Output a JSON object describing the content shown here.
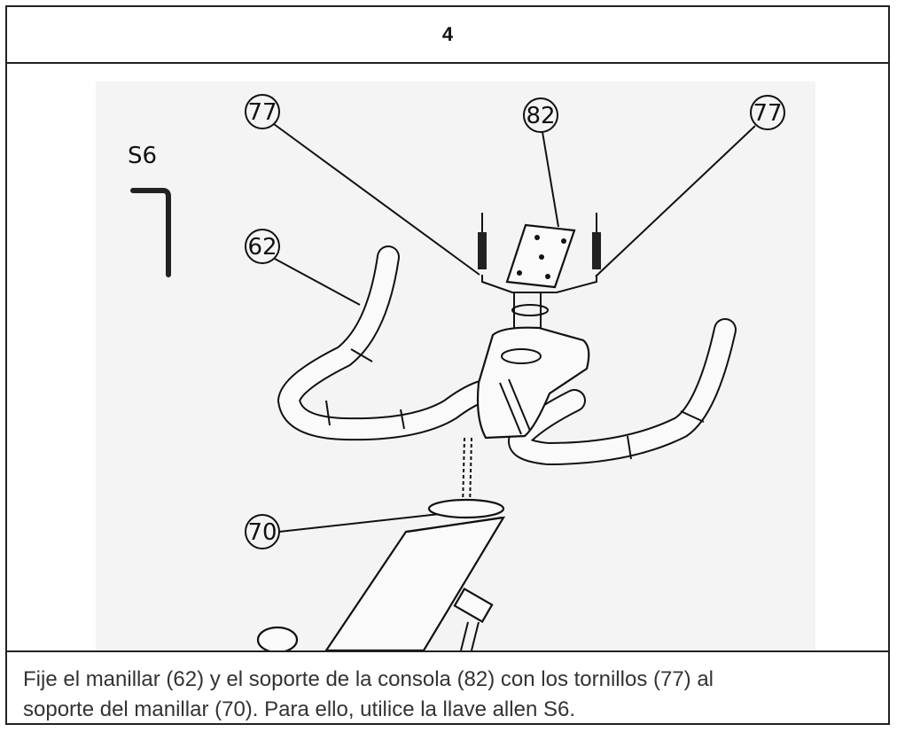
{
  "step_number": "4",
  "tool_label": "S6",
  "callouts": {
    "screw_left": "77",
    "console_bracket": "82",
    "screw_right": "77",
    "handlebar": "62",
    "handlebar_post": "70"
  },
  "caption": {
    "line1": "Fije el manillar (62) y el soporte de la consola (82) con los tornillos (77) al",
    "line2": "soporte del manillar (70). Para ello, utilice la llave allen S6."
  },
  "colors": {
    "line": "#111111",
    "background": "#f3f3f3",
    "text": "#333333"
  }
}
